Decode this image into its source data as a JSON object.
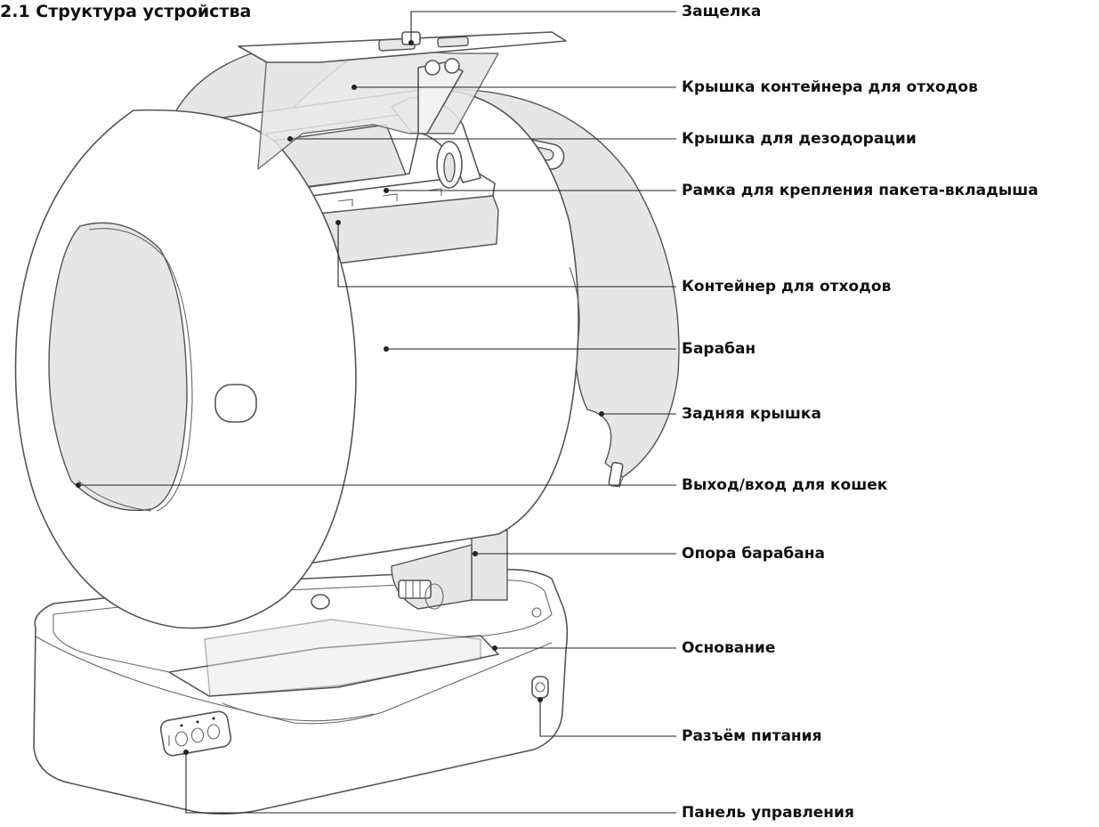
{
  "title": "2.1 Структура устройства",
  "labels": [
    {
      "id": "latch",
      "text": "Защелка"
    },
    {
      "id": "waste-container-lid",
      "text": "Крышка контейнера для отходов"
    },
    {
      "id": "deodorizer-lid",
      "text": "Крышка для дезодорации"
    },
    {
      "id": "liner-frame",
      "text": "Рамка для крепления пакета-вкладыша"
    },
    {
      "id": "waste-container",
      "text": "Контейнер для отходов"
    },
    {
      "id": "drum",
      "text": "Барабан"
    },
    {
      "id": "rear-cover",
      "text": "Задняя крышка"
    },
    {
      "id": "cat-entrance",
      "text": "Выход/вход для кошек"
    },
    {
      "id": "drum-support",
      "text": "Опора барабана"
    },
    {
      "id": "base",
      "text": "Основание"
    },
    {
      "id": "power-connector",
      "text": "Разъём питания"
    },
    {
      "id": "control-panel",
      "text": "Панель управления"
    }
  ],
  "colors": {
    "fill": "#e6e6e6",
    "stroke": "#555555",
    "leader": "#222222"
  }
}
